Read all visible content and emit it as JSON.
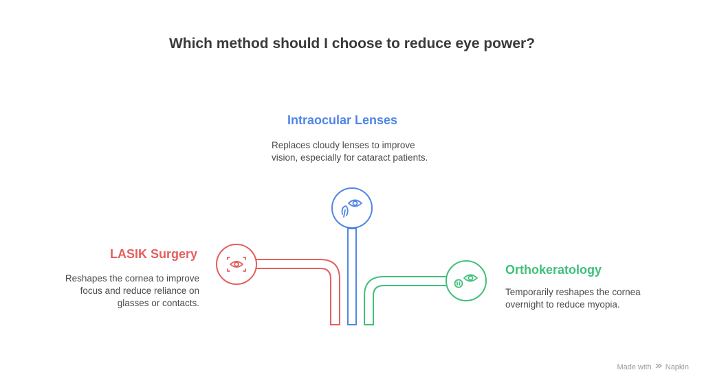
{
  "title": "Which method should I choose to reduce eye power?",
  "options": {
    "intraocular": {
      "label": "Intraocular Lenses",
      "description": "Replaces cloudy lenses to improve vision, especially for cataract patients.",
      "icon": "eye-lens-icon",
      "color": "#4f86e6"
    },
    "lasik": {
      "label": "LASIK Surgery",
      "description": "Reshapes the cornea to improve focus and reduce reliance on glasses or contacts.",
      "icon": "eye-scan-icon",
      "color": "#e45f5f"
    },
    "ortho": {
      "label": "Orthokeratology",
      "description": "Temporarily reshapes the cornea overnight to reduce myopia.",
      "icon": "eye-contact-icon",
      "color": "#3fbf7a"
    }
  },
  "brand": {
    "made_with": "Made with",
    "name": "Napkin"
  }
}
